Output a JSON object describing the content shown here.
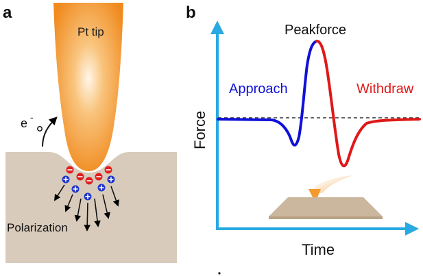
{
  "panel_a": {
    "letter": "a",
    "tip_label": "Pt tip",
    "electron_symbol": "e",
    "electron_sign": "-",
    "polarization_label": "Polarization",
    "colors": {
      "tip": "#F08A1E",
      "tip_center": "#FFF6E8",
      "substrate": "#D8CBBB",
      "negative": "#E02020",
      "positive": "#2036C8"
    }
  },
  "panel_b": {
    "letter": "b",
    "peak_label": "Peakforce",
    "approach_label": "Approach",
    "withdraw_label": "Withdraw",
    "ylabel": "Force",
    "xlabel": "Time",
    "colors": {
      "axis": "#29A9E1",
      "approach": "#1010D8",
      "withdraw": "#E01818",
      "baseline": "#333333",
      "plate": "#CBB79E",
      "cone": "#F29A2E"
    }
  }
}
